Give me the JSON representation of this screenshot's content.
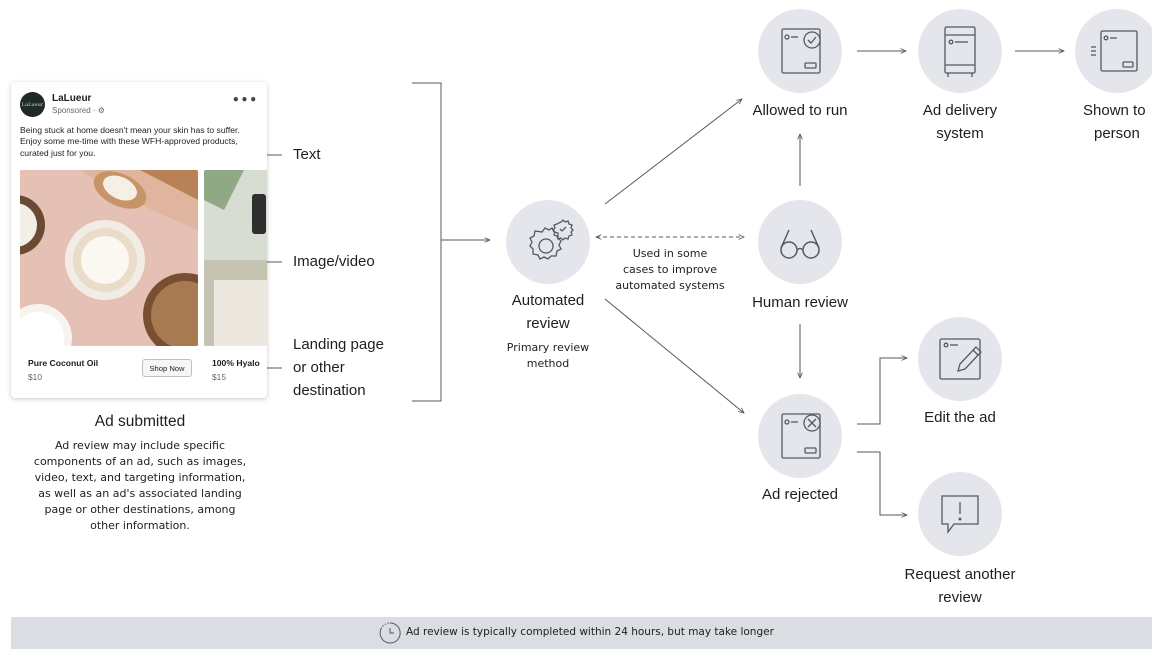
{
  "ad": {
    "avatar_text": "LaLueur",
    "brand": "LaLueur",
    "sponsored": "Sponsored · ⚙",
    "more": "•••",
    "caption": "Being stuck at home doesn't mean your skin has to suffer. Enjoy some me-time with these WFH-approved products, curated just for you.",
    "product1_title": "Pure Coconut Oil",
    "product1_price": "$10",
    "shop_button": "Shop Now",
    "product2_title": "100% Hyalo",
    "product2_price": "$15"
  },
  "components": {
    "text": "Text",
    "image": "Image/video",
    "landing1": "Landing page",
    "landing2": "or other",
    "landing3": "destination"
  },
  "submitted": {
    "title": "Ad submitted",
    "lines": [
      "Ad review may include specific",
      "components of an ad, such as images,",
      "video, text, and targeting information,",
      "as well as an ad's associated landing",
      "page or other destinations, among",
      "other information."
    ]
  },
  "nodes": {
    "automated": {
      "line1": "Automated",
      "line2": "review",
      "sub1": "Primary review",
      "sub2": "method"
    },
    "used": {
      "line1": "Used in some",
      "line2": "cases to improve",
      "line3": "automated systems"
    },
    "allowed": "Allowed to run",
    "delivery": {
      "line1": "Ad delivery",
      "line2": "system"
    },
    "shown": {
      "line1": "Shown to",
      "line2": "person"
    },
    "human": "Human review",
    "rejected": "Ad rejected",
    "edit": "Edit the ad",
    "request": {
      "line1": "Request another",
      "line2": "review"
    }
  },
  "footer": {
    "text": "Ad review is typically completed within 24 hours, but may take longer"
  },
  "colors": {
    "circle": "#e4e6eb",
    "line": "#555a60",
    "footer": "#dadde1"
  }
}
